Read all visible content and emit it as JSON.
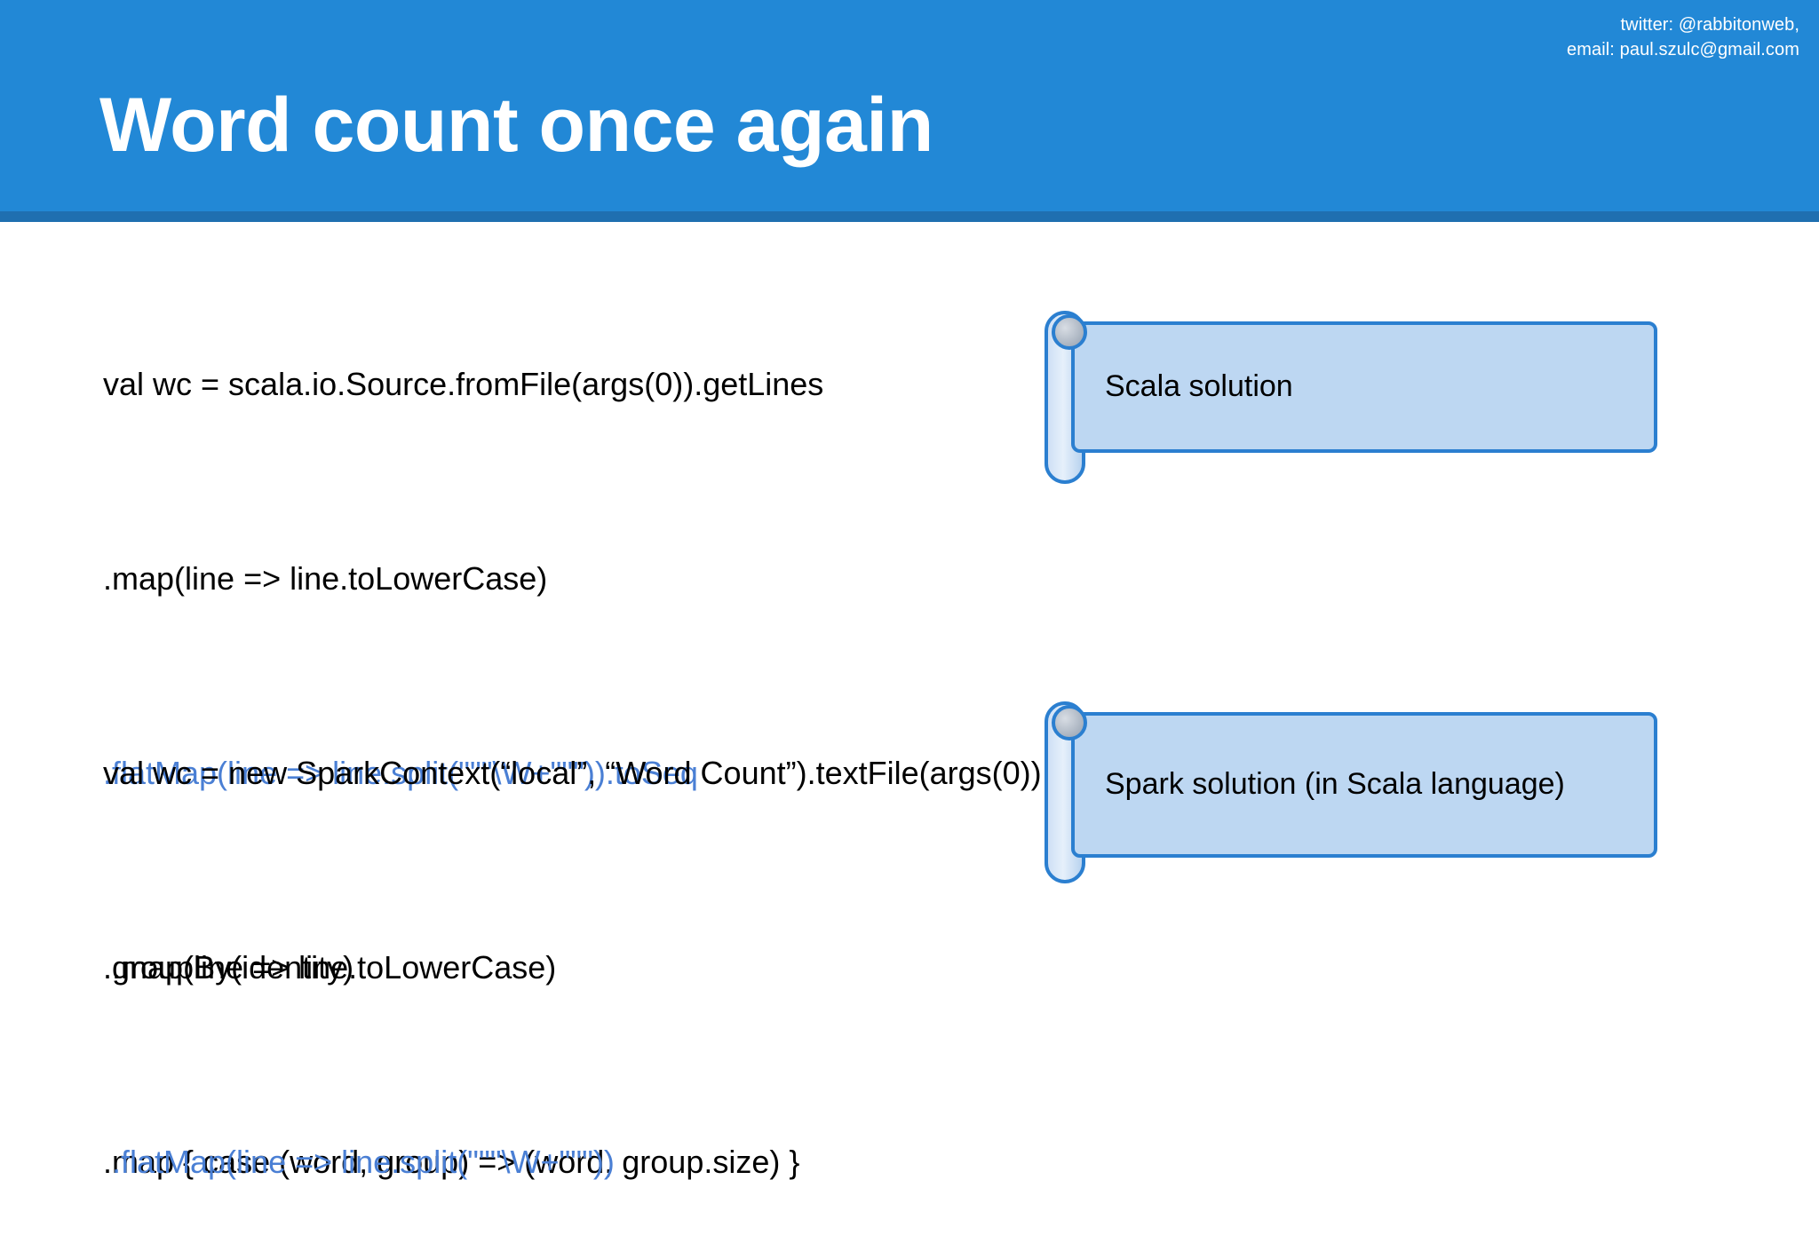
{
  "header": {
    "title": "Word count once again",
    "contact": [
      "twitter: @rabbitonweb,",
      "email: paul.szulc@gmail.com"
    ],
    "band_color": "#2288d6",
    "underline_color": "#1f6fb0"
  },
  "code": {
    "accent_color": "#4a7fd4",
    "text_color": "#000000",
    "scala": [
      {
        "text": "val wc = scala.io.Source.fromFile(args(0)).getLines",
        "accent": false
      },
      {
        "text": ".map(line => line.toLowerCase)",
        "accent": false
      },
      {
        "text": ".flatMap(line => line.split(\"\"\"\\W+\"\"\")).toSeq",
        "accent": true
      },
      {
        "text": ".groupBy(identity)",
        "accent": false
      },
      {
        "text": ".map { case (word, group) => (word, group.size) }",
        "accent": false
      }
    ],
    "spark": [
      {
        "text": "val wc = new SparkContext(“local”, “Word Count”).textFile(args(0))",
        "accent": false
      },
      {
        "text": " .map(line => line.toLowerCase)",
        "accent": false
      },
      {
        "text": " .flatMap(line => line.split(\"\"\"\\W+\"\"\"))",
        "accent": true
      }
    ]
  },
  "callouts": [
    {
      "label": "Scala solution",
      "fill_color": "#bdd7f2",
      "border_color": "#2b7fd0"
    },
    {
      "label": "Spark solution (in Scala language)",
      "fill_color": "#bdd7f2",
      "border_color": "#2b7fd0"
    }
  ]
}
